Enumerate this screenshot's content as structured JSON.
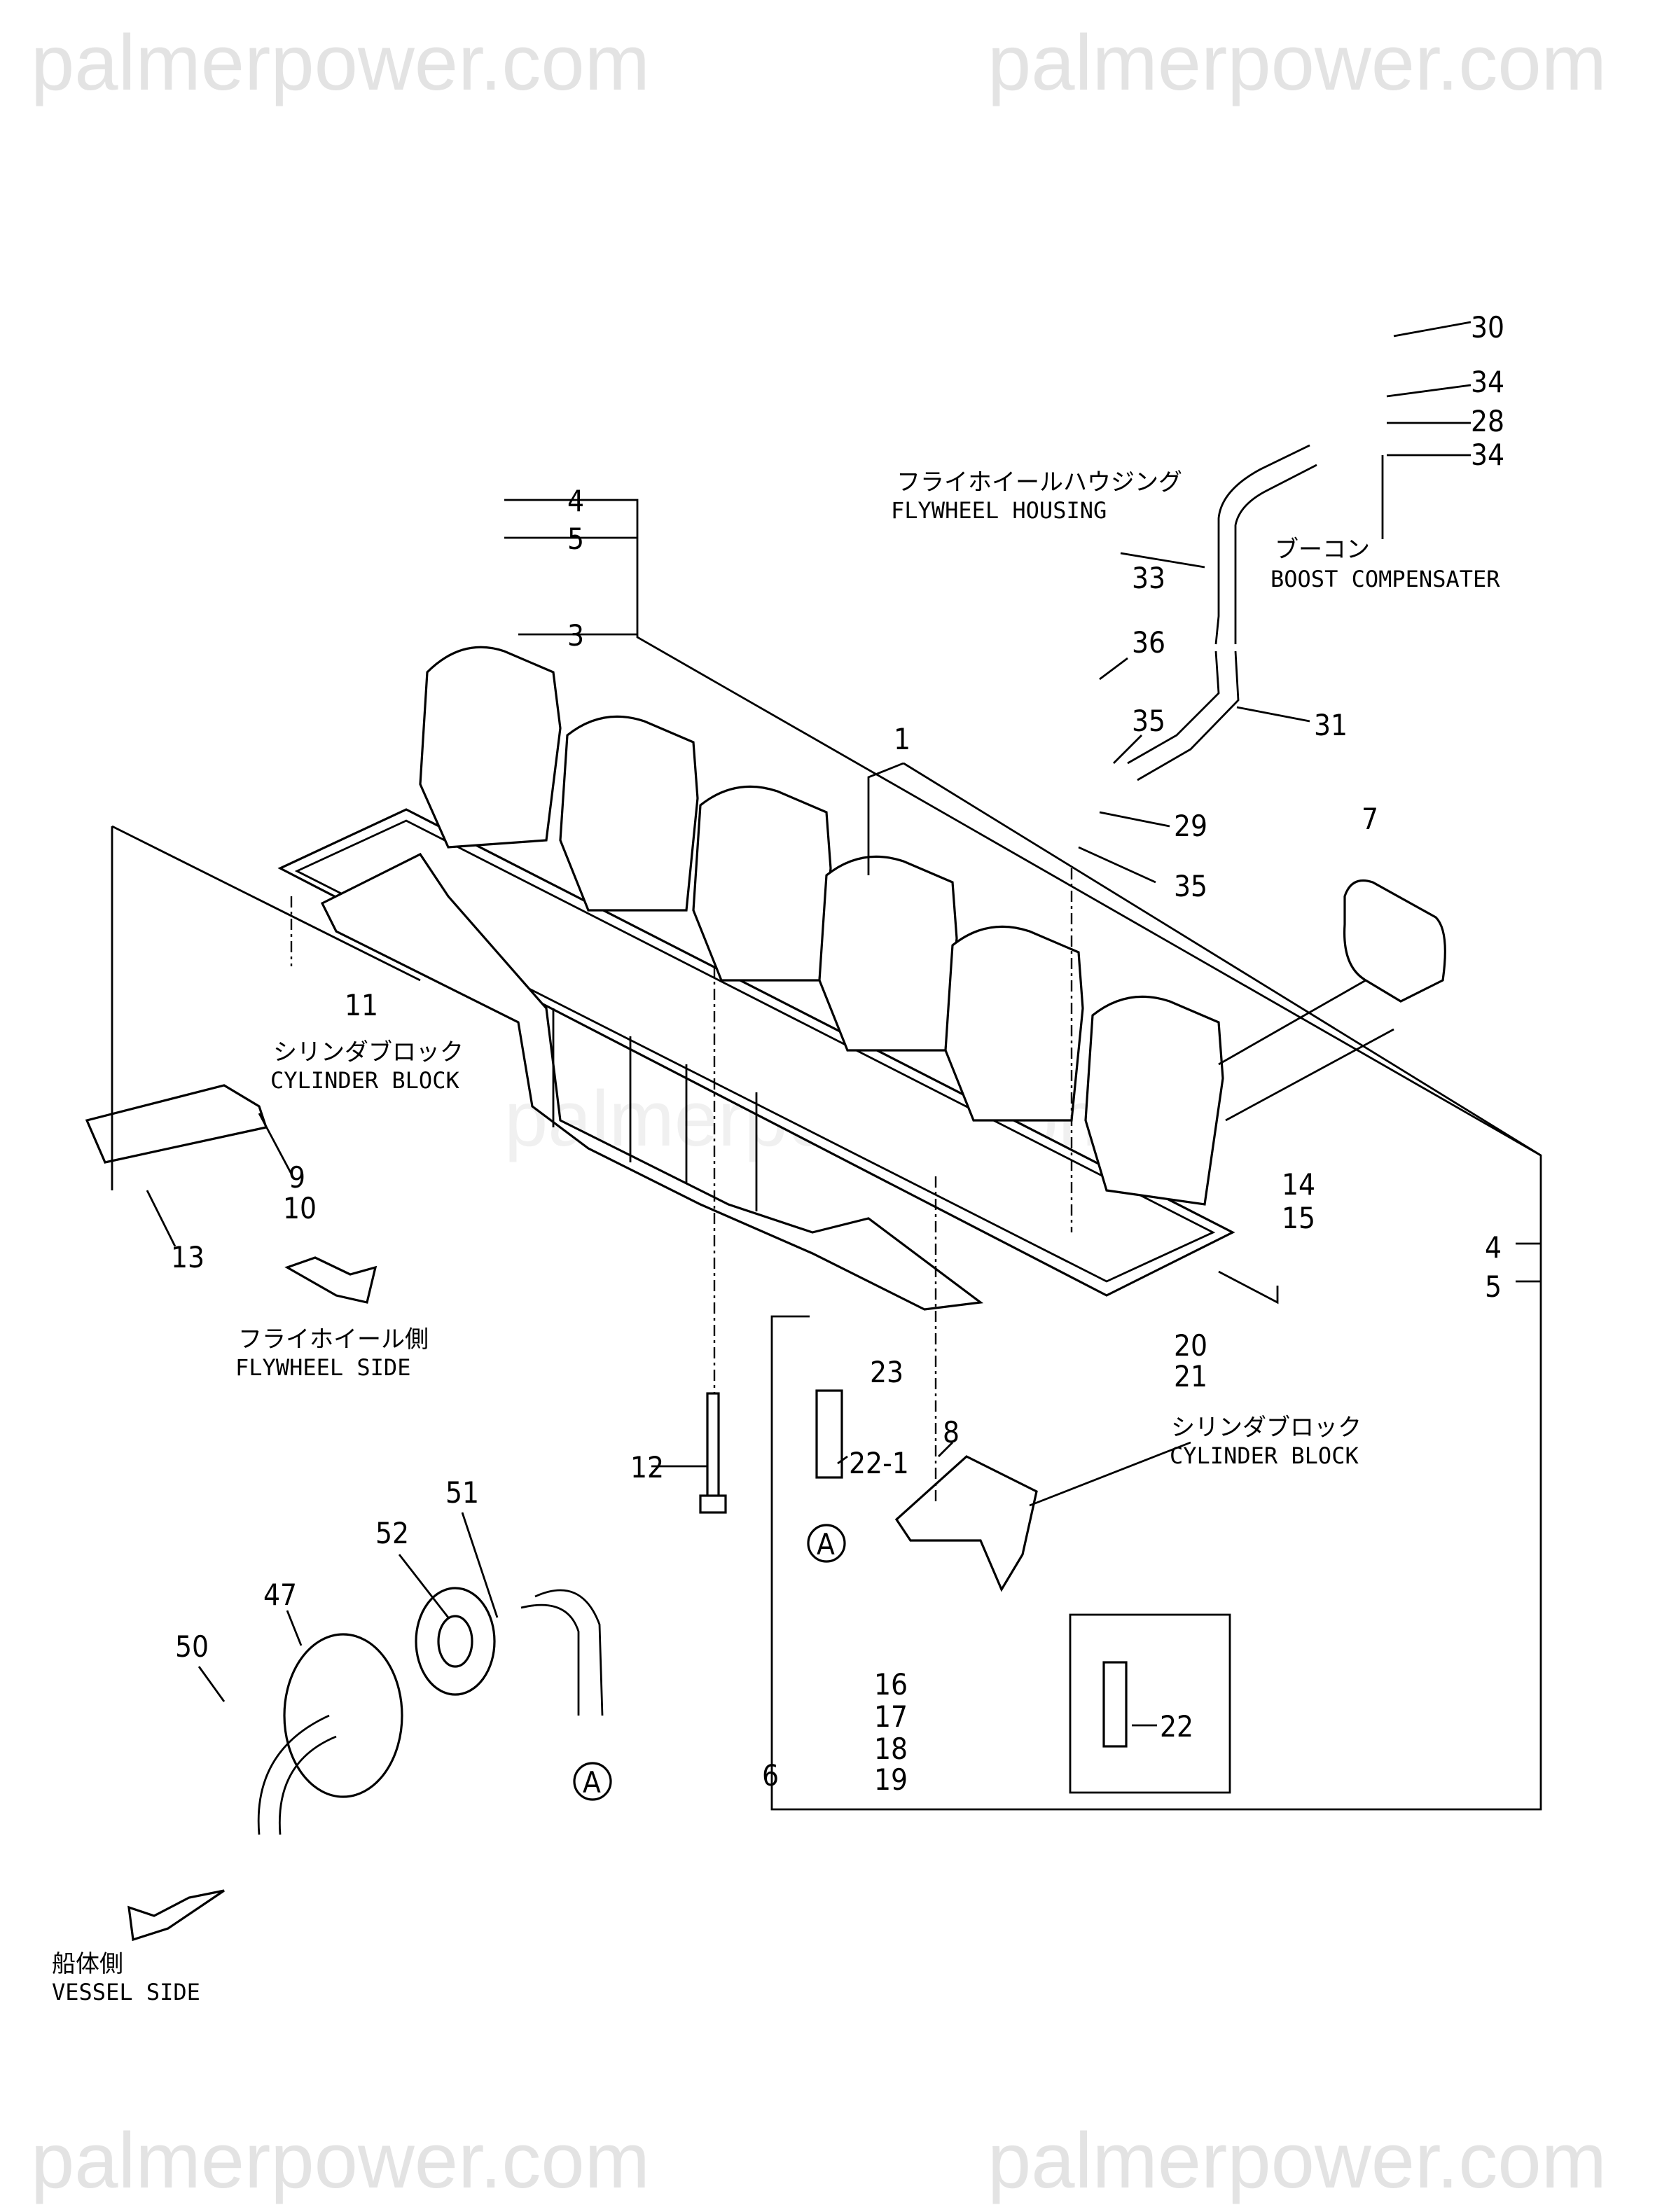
{
  "watermark": "palmerpower.com",
  "callouts": {
    "c30": "30",
    "c34a": "34",
    "c28": "28",
    "c34b": "34",
    "c33": "33",
    "c36": "36",
    "c35a": "35",
    "c31": "31",
    "c29": "29",
    "c35b": "35",
    "c7": "7",
    "c4a": "4",
    "c5a": "5",
    "c3": "3",
    "c1": "1",
    "c11": "11",
    "c9": "9",
    "c10": "10",
    "c13": "13",
    "c14": "14",
    "c15": "15",
    "c4b": "4",
    "c5b": "5",
    "c20": "20",
    "c21": "21",
    "c23": "23",
    "c12": "12",
    "c22_1": "22-1",
    "c8": "8",
    "c16": "16",
    "c17": "17",
    "c18": "18",
    "c19": "19",
    "c6": "6",
    "c22": "22",
    "c51": "51",
    "c52": "52",
    "c47": "47",
    "c50": "50",
    "ref_a1": "A",
    "ref_a2": "A"
  },
  "notes": {
    "flywheel_housing_jp": "フライホイールハウジング",
    "flywheel_housing_en": "FLYWHEEL HOUSING",
    "boost_jp": "ブーコン",
    "boost_en": "BOOST COMPENSATER",
    "cyl_block_left_jp": "シリンダブロック",
    "cyl_block_left_en": "CYLINDER BLOCK",
    "cyl_block_right_jp": "シリンダブロック",
    "cyl_block_right_en": "CYLINDER BLOCK",
    "flywheel_side_jp": "フライホイール側",
    "flywheel_side_en": "FLYWHEEL SIDE",
    "vessel_side_jp": "船体側",
    "vessel_side_en": "VESSEL SIDE"
  }
}
